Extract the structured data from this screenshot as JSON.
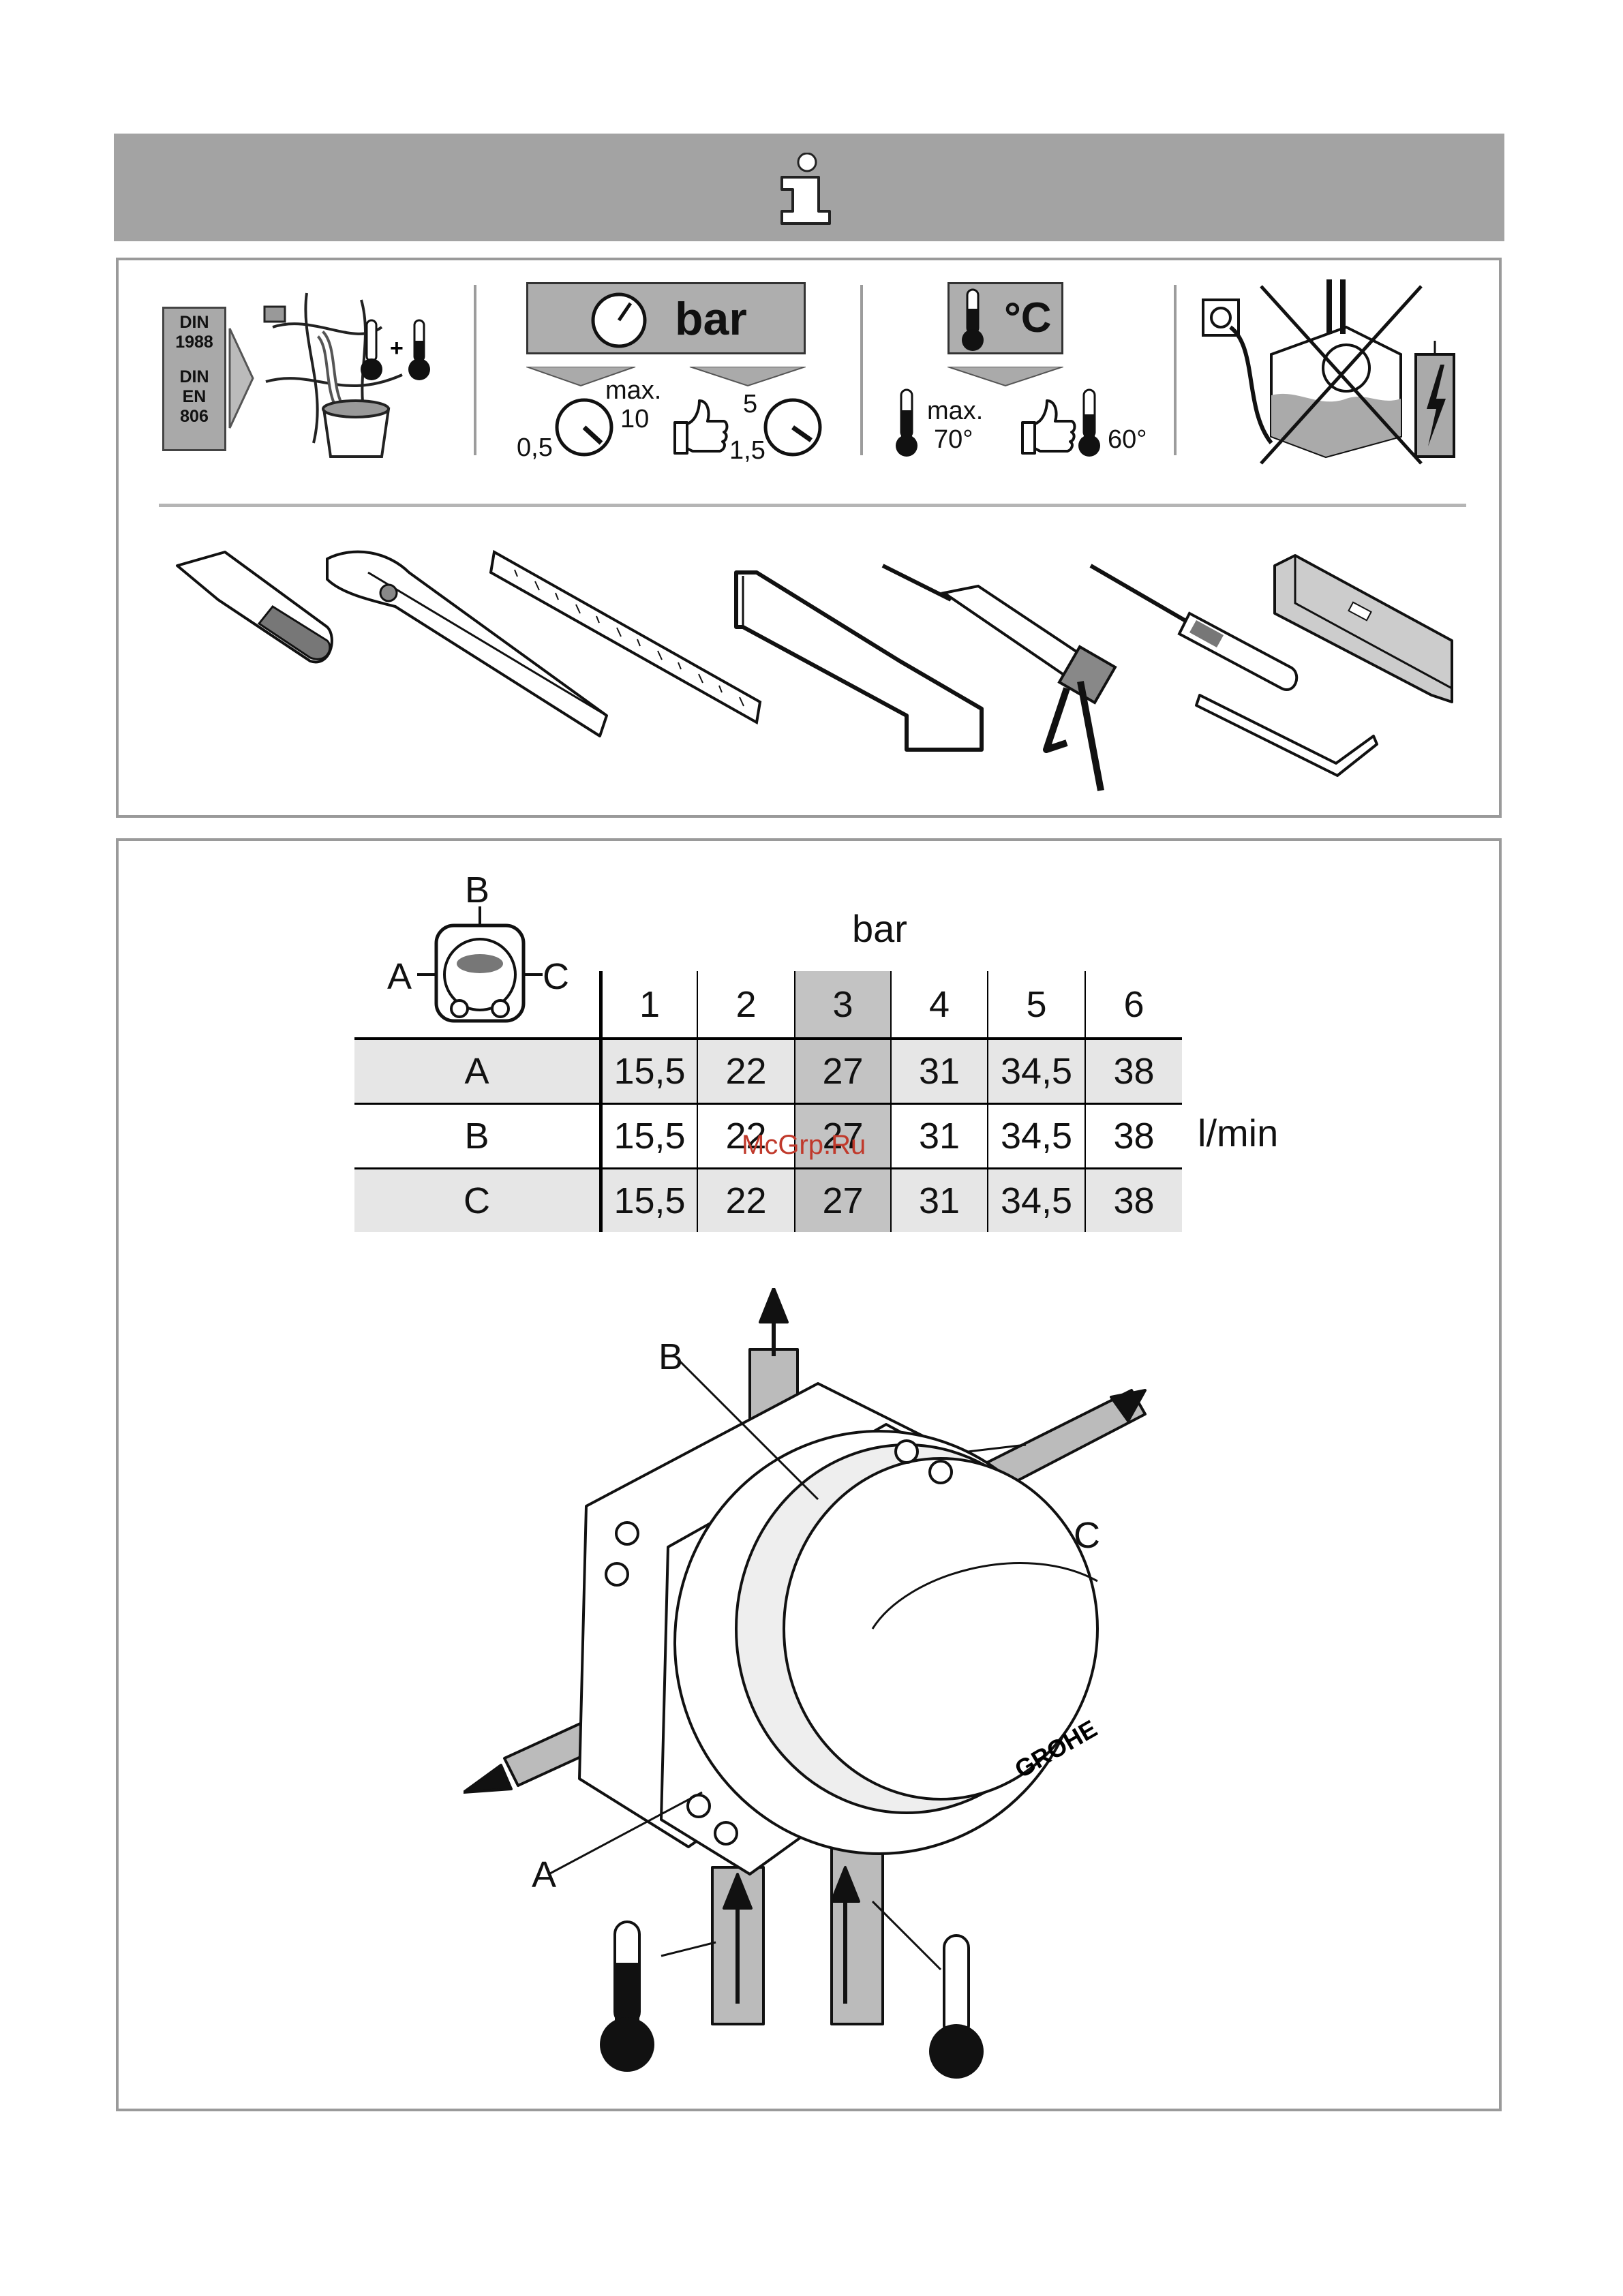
{
  "header": {
    "icon": "info-i-icon"
  },
  "requirements": {
    "standards": [
      "DIN",
      "1988",
      "DIN",
      "EN",
      "806"
    ],
    "pressure_unit": "bar",
    "pressure_max_label": "max.",
    "pressure_max_value": "10",
    "pressure_min_value": "0,5",
    "pressure_rec_high": "5",
    "pressure_rec_low": "1,5",
    "temp_unit": "°C",
    "temp_max_label": "max.",
    "temp_max_value": "70°",
    "temp_rec_value": "60°"
  },
  "tools": [
    "utility-knife-icon",
    "pipe-wrench-icon",
    "ruler-icon",
    "hacksaw-icon",
    "caulking-gun-icon",
    "screwdriver-icon",
    "hex-key-icon",
    "spirit-level-icon"
  ],
  "flow_table": {
    "unit_top": "bar",
    "unit_side": "l/min",
    "port_labels": {
      "top": "B",
      "left": "A",
      "right": "C"
    },
    "columns": [
      "1",
      "2",
      "3",
      "4",
      "5",
      "6"
    ],
    "highlight_column": "3",
    "rows": [
      {
        "label": "A",
        "values": [
          "15,5",
          "22",
          "27",
          "31",
          "34,5",
          "38"
        ]
      },
      {
        "label": "B",
        "values": [
          "15,5",
          "22",
          "27",
          "31",
          "34,5",
          "38"
        ]
      },
      {
        "label": "C",
        "values": [
          "15,5",
          "22",
          "27",
          "31",
          "34,5",
          "38"
        ]
      }
    ]
  },
  "watermark": "McGrp.Ru",
  "diagram": {
    "label_b": "B",
    "label_c": "C",
    "label_a": "A",
    "brand": "GROHE"
  },
  "colors": {
    "header_gray": "#a3a3a3",
    "table_band": "#e6e6e6",
    "table_highlight": "#c3c3c3"
  }
}
